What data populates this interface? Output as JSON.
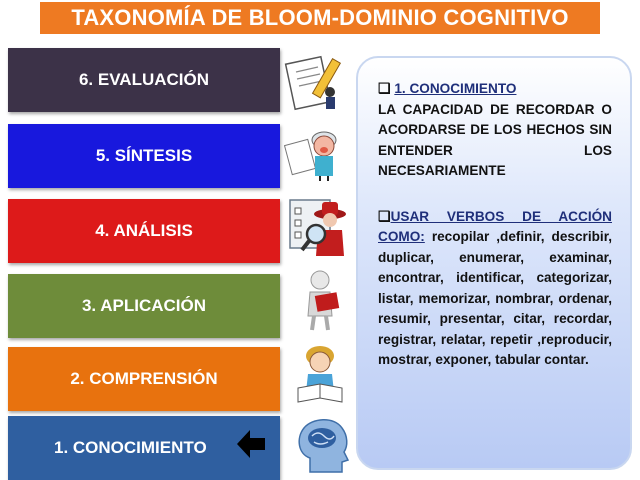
{
  "title": "TAXONOMÍA DE BLOOM-DOMINIO COGNITIVO",
  "levels": [
    {
      "label": "6. EVALUACIÓN",
      "color": "#3c3248"
    },
    {
      "label": "5. SÍNTESIS",
      "color": "#1818dd"
    },
    {
      "label": "4. ANÁLISIS",
      "color": "#dd1a1a"
    },
    {
      "label": "3. APLICACIÓN",
      "color": "#6e8c3a"
    },
    {
      "label": "2. COMPRENSIÓN",
      "color": "#e8720e"
    },
    {
      "label": "1. CONOCIMIENTO",
      "color": "#2f5fa0"
    }
  ],
  "panel": {
    "heading": "1. CONOCIMIENTO",
    "definition": "LA CAPACIDAD DE RECORDAR O ACORDARSE DE LOS HECHOS SIN ENTENDER LOS NECESARIAMENTE",
    "verbs_heading": "USAR VERBOS DE ACCIÓN COMO:",
    "verbs": "recopilar ,definir, describir, duplicar, enumerar, examinar, encontrar, identificar, categorizar, listar, memorizar, nombrar, ordenar, resumir, presentar, citar, recordar, registrar, relatar, repetir ,reproducir, mostrar, exponer, tabular contar."
  },
  "icons": [
    "writing-pencil-icon",
    "thinking-character-icon",
    "detective-magnifier-icon",
    "reading-figure-icon",
    "child-reading-icon",
    "brain-head-icon",
    "left-arrow-icon"
  ]
}
